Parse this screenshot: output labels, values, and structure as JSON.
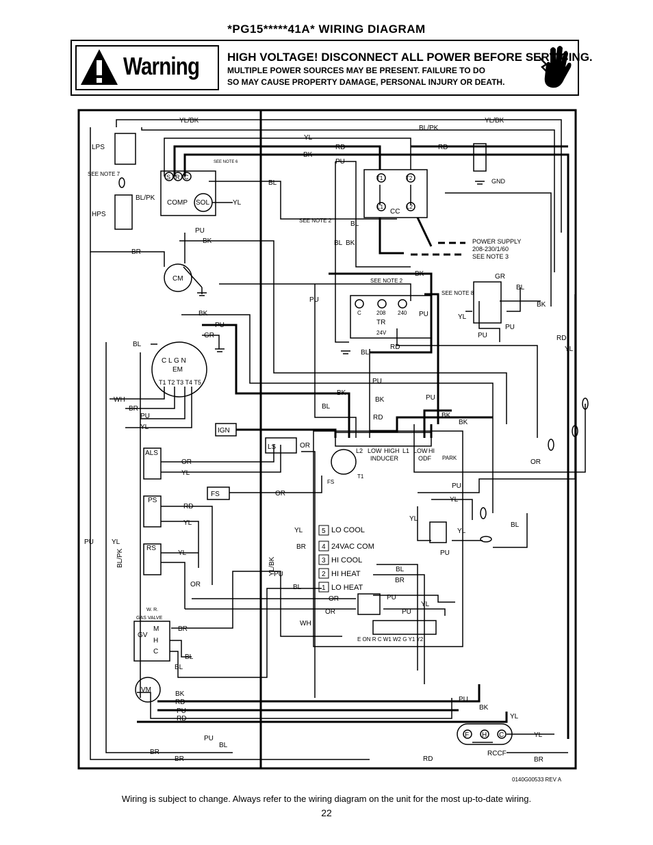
{
  "title": "*PG15*****41A* WIRING DIAGRAM",
  "warning": {
    "word": "Warning",
    "line1": "HIGH VOLTAGE! DISCONNECT ALL POWER BEFORE SERVICING.",
    "line2": "MULTIPLE POWER SOURCES MAY BE PRESENT. FAILURE TO DO",
    "line3": "SO MAY CAUSE PROPERTY DAMAGE, PERSONAL INJURY OR DEATH."
  },
  "footer": "Wiring is subject to change. Always refer to the wiring diagram on the unit for the most up-to-date wiring.",
  "page_number": "22",
  "doc_code": "0140G00533  REV A",
  "components": {
    "lps": "LPS",
    "hps": "HPS",
    "see_note_7": "SEE NOTE 7",
    "see_note_6": "SEE NOTE 6",
    "see_note_2": "SEE NOTE 2",
    "see_note_8": "SEE NOTE 8",
    "comp": "COMP",
    "sol": "SOL",
    "s": "S",
    "r": "R",
    "c": "C",
    "cm": "CM",
    "cc": "CC",
    "t1": "T1",
    "t2": "T2",
    "l1": "L1",
    "l2": "L2",
    "gnd": "GND",
    "power_supply": [
      "POWER SUPPLY",
      "208-230/1/60",
      "SEE NOTE 3"
    ],
    "tr": "TR",
    "tr_24v": "24V",
    "tr_c": "C",
    "tr_208": "208",
    "tr_240": "240",
    "em": "EM",
    "em_terms": "C  L  G  N",
    "em_taps": "T1 T2 T3 T4 T5",
    "ign": "IGN",
    "als": "ALS",
    "ps": "PS",
    "rs": "RS",
    "fs": "FS",
    "ls": "LS",
    "gv": "GV",
    "gas_valve": [
      "W. R.",
      "GAS VALVE"
    ],
    "gv_m": "M",
    "gv_h": "H",
    "gv_c": "C",
    "vm": "VM",
    "rccf": "RCCF",
    "rccf_f": "F",
    "rccf_h": "H",
    "rccf_c": "C",
    "board_terms": [
      "L2",
      "LOW",
      "HIGH",
      "L1",
      "LOW",
      "HI"
    ],
    "inducer": "INDUCER",
    "odf": "ODF",
    "park": "PARK",
    "t1_board": "T1",
    "fs_board": "FS",
    "lo_cool": "LO COOL",
    "com_24vac": "24VAC COM",
    "hi_cool": "HI COOL",
    "hi_heat": "HI HEAT",
    "lo_heat": "LO HEAT",
    "thermo_terms": "E  ON  R  C  W1 W2 G  Y1 Y2"
  },
  "wire_labels": [
    "YL/BK",
    "BL/PK",
    "YL/BK",
    "YL",
    "RD",
    "RD",
    "BK",
    "PU",
    "BL",
    "YL",
    "BL/PK",
    "PU",
    "BK",
    "BR",
    "PU",
    "BL",
    "BL",
    "BK",
    "BK",
    "PU",
    "BK",
    "GR",
    "BL",
    "PU",
    "YL",
    "PU",
    "BL",
    "RD",
    "RD",
    "YL",
    "BK",
    "PU",
    "GR",
    "BL",
    "WH",
    "BR",
    "PU",
    "YL",
    "PU",
    "BK",
    "BK",
    "PU",
    "BL",
    "RD",
    "BK",
    "BK",
    "OR",
    "OR",
    "OR",
    "YL",
    "YL",
    "OR",
    "OR",
    "RD",
    "YL",
    "PU",
    "YL",
    "YL",
    "YL",
    "PU",
    "BL",
    "YL",
    "BR",
    "PU",
    "BL",
    "BL",
    "BR",
    "PU",
    "OR",
    "OR",
    "YL",
    "WH",
    "PU",
    "BR",
    "BL",
    "BL",
    "BK",
    "RD",
    "PU",
    "RD",
    "PU",
    "BK",
    "YL",
    "PU",
    "BL",
    "BR",
    "BR",
    "RD",
    "YL",
    "BR",
    "PU",
    "YL",
    "BL/PK",
    "YL/BK"
  ]
}
